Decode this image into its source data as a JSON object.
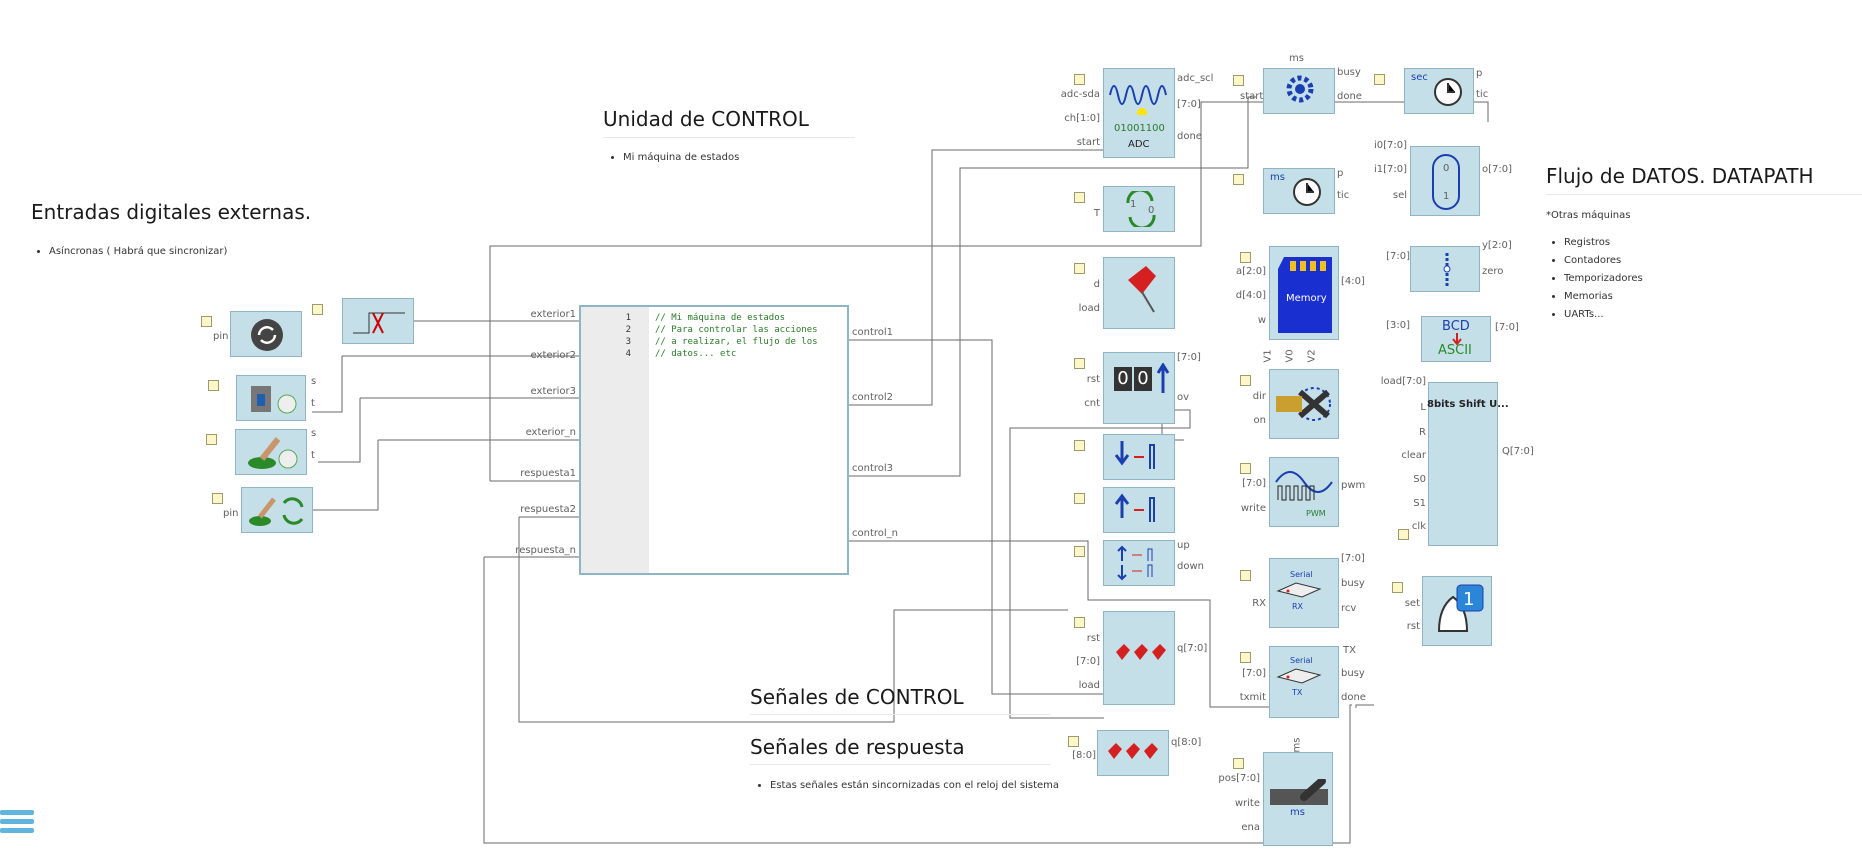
{
  "headings": {
    "inputs_title": "Entradas digitales externas.",
    "inputs_note": "Asíncronas ( Habrá que sincronizar)",
    "control_title": "Unidad de CONTROL",
    "control_note": "Mi máquina de estados",
    "datapath_title": "Flujo de DATOS. DATAPATH",
    "datapath_note": "*Otras máquinas",
    "datapath_items": [
      "Registros",
      "Contadores",
      "Temporizadores",
      "Memorias",
      "UARTs..."
    ],
    "signals_control_title": "Señales de CONTROL",
    "signals_response_title": "Señales de respuesta",
    "signals_response_note": "Estas señales están sincornizadas con el reloj del sistema"
  },
  "fsm": {
    "inputs": [
      "exterior1",
      "exterior2",
      "exterior3",
      "exterior_n",
      "respuesta1",
      "respuesta2",
      "respuesta_n"
    ],
    "outputs": [
      "control1",
      "control2",
      "control3",
      "control_n"
    ],
    "code_lines": [
      {
        "n": "1",
        "text": "// Mi máquina de estados"
      },
      {
        "n": "2",
        "text": "// Para controlar las acciones"
      },
      {
        "n": "3",
        "text": "// a realizar, el flujo de los"
      },
      {
        "n": "4",
        "text": "// datos... etc"
      }
    ]
  },
  "blocks": {
    "sync_pin": "pin",
    "btn1": [
      "s",
      "t"
    ],
    "btn2": [
      "s",
      "t"
    ],
    "toggle_pin": "pin",
    "adc": {
      "in": [
        "adc-sda",
        "ch[1:0]",
        "start"
      ],
      "out": [
        "adc_scl",
        "[7:0]",
        "done"
      ],
      "bits": "01001100",
      "name": "ADC"
    },
    "ms_timer": {
      "top": "ms",
      "in": [
        "start"
      ],
      "out": [
        "busy",
        "done"
      ]
    },
    "sec_timer": {
      "top": "sec",
      "out": [
        "p",
        "tic"
      ]
    },
    "ms_clock": {
      "top": "ms",
      "out": [
        "p",
        "tic"
      ]
    },
    "mux": {
      "in": [
        "i0[7:0]",
        "i1[7:0]",
        "sel"
      ],
      "out": [
        "o[7:0]"
      ],
      "v0": "0",
      "v1": "1"
    },
    "tflip": {
      "in": [
        "T"
      ],
      "a": "1",
      "b": "0"
    },
    "reg_pin": {
      "in": [
        "d",
        "load"
      ]
    },
    "memory": {
      "in": [
        "a[2:0]",
        "d[4:0]",
        "w"
      ],
      "out": [
        "[4:0]"
      ],
      "label": "Memory"
    },
    "counter": {
      "in": [
        "rst",
        "cnt"
      ],
      "out": [
        "[7:0]",
        "ov"
      ],
      "digits": [
        "0",
        "0"
      ]
    },
    "servo": {
      "top": [
        "V1",
        "V0",
        "V2"
      ],
      "in": [
        "dir",
        "on"
      ]
    },
    "pwm": {
      "in": [
        "[7:0]",
        "write"
      ],
      "out": [
        "pwm"
      ],
      "label": "PWM"
    },
    "edge_down": {},
    "edge_up": {},
    "edge_both": {
      "out": [
        "up",
        "down"
      ]
    },
    "shift": {
      "in": [
        "load[7:0]",
        "L",
        "R",
        "clear",
        "S0",
        "S1",
        "clk"
      ],
      "out": [
        "Q[7:0]"
      ],
      "title": "8bits Shift U..."
    },
    "reg3": {
      "in": [
        "rst",
        "[7:0]",
        "load"
      ],
      "out": [
        "q[7:0]"
      ]
    },
    "serial_rx": {
      "in": [
        "RX"
      ],
      "out": [
        "[7:0]",
        "busy",
        "rcv"
      ],
      "label": "Serial",
      "sub": "RX"
    },
    "serial_tx": {
      "in": [
        "[7:0]",
        "txmit"
      ],
      "out": [
        "TX",
        "busy",
        "done"
      ],
      "label": "Serial",
      "sub": "TX"
    },
    "const9": {
      "in": [
        "[8:0]"
      ],
      "out": [
        "q[8:0]"
      ]
    },
    "servo_ms": {
      "top": "ms",
      "in": [
        "pos[7:0]",
        "write",
        "ena"
      ],
      "label": "ms"
    },
    "bcd": {
      "in": [
        "[3:0]"
      ],
      "out": [
        "[7:0]"
      ],
      "top": "BCD",
      "bottom": "ASCII"
    },
    "zero": {
      "in": [
        "[7:0]"
      ],
      "out": [
        "y[2:0]",
        "zero"
      ]
    },
    "bell": {
      "in": [
        "set",
        "rst"
      ],
      "num": "1"
    }
  },
  "colors": {
    "block": "#c5dfe9",
    "border": "#8fb4c6",
    "wire": "#6a6a6a",
    "led": "#fdf6c8",
    "menu": "#5fb6dc"
  }
}
